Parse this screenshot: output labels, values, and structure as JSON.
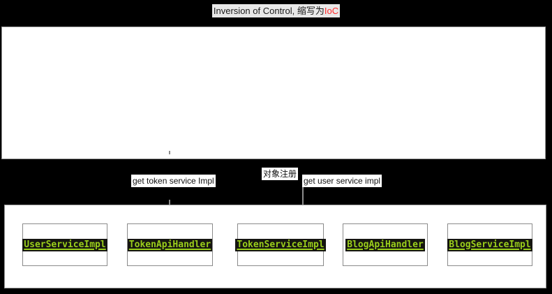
{
  "title": {
    "prefix": "Inversion of Control, 缩写为",
    "accent": "IoC",
    "accent_color": "#ff2b2b"
  },
  "diagram": {
    "upper_panel": {
      "name": "ioc-container-area",
      "background": "#ffffff"
    },
    "edge_labels": [
      {
        "id": "get-token-service-impl",
        "text": "get token service Impl"
      },
      {
        "id": "object-registration",
        "text": "对象注册"
      },
      {
        "id": "get-user-service-impl",
        "text": "get user service impl"
      }
    ],
    "bean_boxes": [
      {
        "id": "user-service-impl",
        "label": "UserServiceImpl"
      },
      {
        "id": "token-api-handler",
        "label": "TokenApiHandler"
      },
      {
        "id": "token-service-impl",
        "label": "TokenServiceImpl"
      },
      {
        "id": "blog-api-handler",
        "label": "BlogApiHandler"
      },
      {
        "id": "blog-service-impl",
        "label": "BlogServiceImpl"
      }
    ],
    "colors": {
      "code_text": "#9ace1b",
      "code_background": "#151510",
      "box_border": "#8a8a8a",
      "connector": "#8c8c8c",
      "page_background": "#000000"
    }
  }
}
